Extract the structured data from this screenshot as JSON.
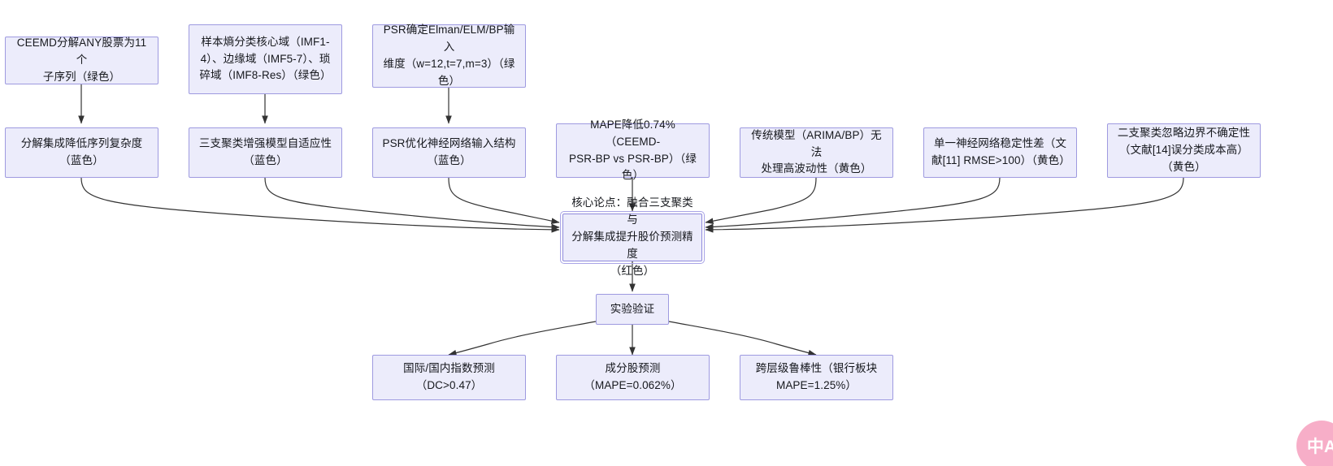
{
  "diagram": {
    "type": "flowchart",
    "title": "",
    "background_color": "#ffffff",
    "node_fill": "#ececfb",
    "node_border": "#9e9ae0",
    "edge_color": "#333333",
    "core_node_border": "#8f8adc"
  },
  "nodes": {
    "row_top": [
      {
        "id": "ceemd-decompose",
        "text": "CEEMD分解ANY股票为11个\n子序列（绿色）"
      },
      {
        "id": "sample-entropy",
        "text": "样本熵分类核心域（IMF1-\n4）、边缘域（IMF5-7）、琐\n碎域（IMF8-Res）（绿色）"
      },
      {
        "id": "psr-input-dim",
        "text": "PSR确定Elman/ELM/BP输入\n维度（w=12,t=7,m=3）（绿\n色）"
      }
    ],
    "row_middle": [
      {
        "id": "decomp-reduce-complexity",
        "text": "分解集成降低序列复杂度\n（蓝色）"
      },
      {
        "id": "three-way-clustering",
        "text": "三支聚类增强模型自适应性\n（蓝色）"
      },
      {
        "id": "psr-optimize-structure",
        "text": "PSR优化神经网络输入结构\n（蓝色）"
      },
      {
        "id": "mape-reduction",
        "text": "MAPE降低0.74%（CEEMD-\nPSR-BP vs PSR-BP）（绿\n色）"
      },
      {
        "id": "traditional-model-limit",
        "text": "传统模型（ARIMA/BP）无法\n处理高波动性（黄色）"
      },
      {
        "id": "single-nn-instability",
        "text": "单一神经网络稳定性差（文\n献[11] RMSE>100）（黄色）"
      },
      {
        "id": "two-way-clustering-limit",
        "text": "二支聚类忽略边界不确定性\n（文献[14]误分类成本高）\n（黄色）"
      }
    ],
    "core": {
      "id": "core-argument",
      "text": "核心论点：融合三支聚类与\n分解集成提升股价预测精度\n（红色）"
    },
    "experiment": {
      "id": "experiment-validation",
      "text": "实验验证"
    },
    "row_bottom": [
      {
        "id": "index-forecast",
        "text": "国际/国内指数预测\n（DC>0.47）"
      },
      {
        "id": "constituent-stock-forecast",
        "text": "成分股预测\n（MAPE=0.062%）"
      },
      {
        "id": "cross-level-robustness",
        "text": "跨层级鲁棒性（银行板块\nMAPE=1.25%）"
      }
    ]
  },
  "watermark": {
    "text": "中A"
  }
}
